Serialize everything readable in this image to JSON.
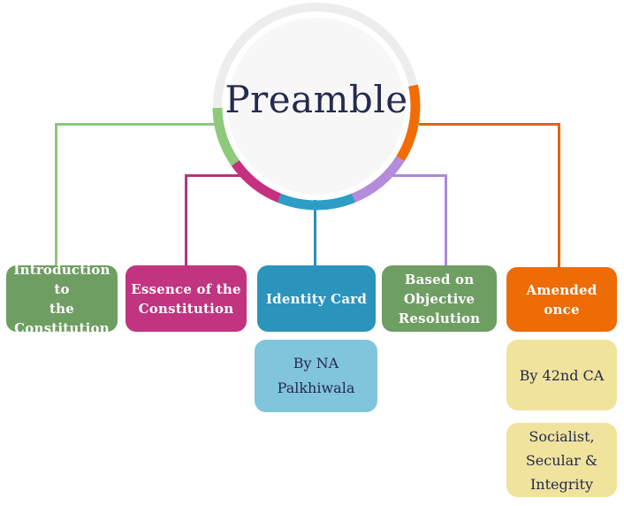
{
  "diagram": {
    "center_node": {
      "label": "Preamble",
      "text_color": "#252A4E",
      "ring_base_color": "#EDEDED",
      "inner_fill": "#F7F7F7",
      "ring_segments": [
        {
          "name": "green-segment",
          "color": "#8FC97C"
        },
        {
          "name": "magenta-segment",
          "color": "#C5307F"
        },
        {
          "name": "teal-segment",
          "color": "#2E9DC6"
        },
        {
          "name": "purple-segment",
          "color": "#B48CDB"
        },
        {
          "name": "orange-segment",
          "color": "#F26C05"
        }
      ]
    },
    "branches": [
      {
        "label": "Introduction to\nthe\nConstitution",
        "box_color": "#6F9E63",
        "connector_color": "#8BC77C",
        "text_color": "#FFFFFF"
      },
      {
        "label": "Essence of the\nConstitution",
        "box_color": "#C03480",
        "connector_color": "#B53478",
        "text_color": "#FFFFFF"
      },
      {
        "label": "Identity Card",
        "box_color": "#2B94BD",
        "connector_color": "#2D8FB6",
        "text_color": "#FFFFFF",
        "children": [
          {
            "label": "By NA\nPalkhiwala",
            "box_color": "#80C5DC",
            "text_color": "#252A4E"
          }
        ]
      },
      {
        "label": "Based on\nObjective\nResolution",
        "box_color": "#6F9E63",
        "connector_color": "#A98AD9",
        "text_color": "#FFFFFF"
      },
      {
        "label": "Amended\nonce",
        "box_color": "#ED6C06",
        "connector_color": "#E8610B",
        "text_color": "#FFFFFF",
        "children": [
          {
            "label": "By 42nd CA",
            "box_color": "#F0E39C",
            "text_color": "#252A4E"
          },
          {
            "label": "Socialist,\nSecular &\nIntegrity",
            "box_color": "#F0E39C",
            "text_color": "#252A4E"
          }
        ]
      }
    ]
  }
}
